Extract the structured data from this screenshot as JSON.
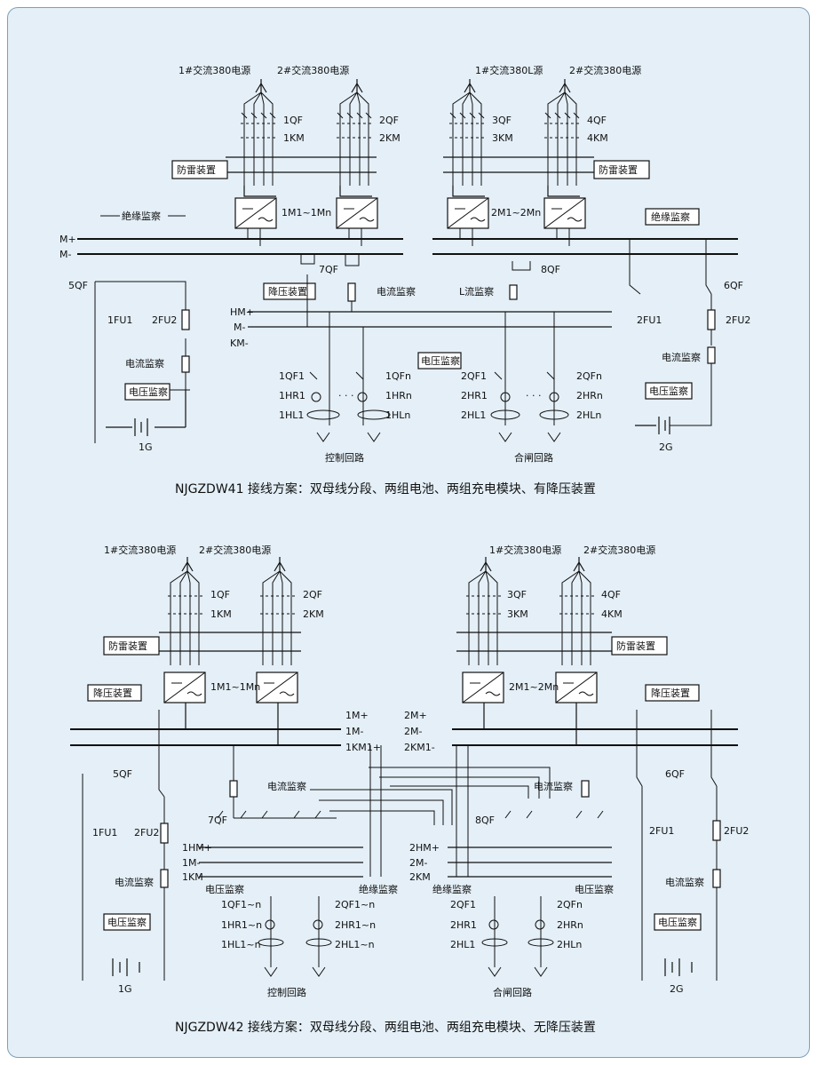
{
  "top_scheme": {
    "caption": "NJGZDW41 接线方案：双母线分段、两组电池、两组充电模块、有降压装置",
    "ac_sources": [
      "1#交流380电源",
      "2#交流380电源",
      "1#交流380L源",
      "2#交流380电源"
    ],
    "breakers": [
      "1QF",
      "2QF",
      "3QF",
      "4QF",
      "7QF",
      "8QF",
      "5QF",
      "6QF"
    ],
    "contactors": [
      "1KM",
      "2KM",
      "3KM",
      "4KM"
    ],
    "surge_devices": [
      "防雷装置",
      "防雷装置"
    ],
    "module_labels": [
      "1M1~1Mn",
      "2M1~2Mn"
    ],
    "insulation_monitors": [
      "絶缘监察",
      "绝缘监察"
    ],
    "bus_labels": [
      "M+",
      "M-",
      "HM+",
      "M-",
      "KM-"
    ],
    "devices": {
      "step_down": "降压装置",
      "current_monitor_mid": "电流监察",
      "current_monitor_right_mid": "L流监察",
      "voltage_monitor_mid": "电压监察",
      "current_monitor_left": "电流监察",
      "voltage_monitor_left": "电压监察",
      "current_monitor_right": "电流监察",
      "voltage_monitor_right": "电压监察"
    },
    "fuses": [
      "1FU1",
      "2FU2",
      "2FU1",
      "2FU2"
    ],
    "feeders_left": [
      "1QF1",
      "1HR1",
      "1HL1",
      "1QFn",
      "1HRn",
      "1HLn"
    ],
    "feeders_right": [
      "2QF1",
      "2HR1",
      "2HL1",
      "2QFn",
      "2HRn",
      "2HLn"
    ],
    "battery_labels": [
      "1G",
      "2G"
    ],
    "loop_labels": [
      "控制回路",
      "合闸回路"
    ]
  },
  "bottom_scheme": {
    "caption": "NJGZDW42 接线方案：双母线分段、两组电池、两组充电模块、无降压装置",
    "ac_sources": [
      "1#交流380电源",
      "2#交流380电源",
      "1#交流380电源",
      "2#交流380电源"
    ],
    "breakers": [
      "1QF",
      "2QF",
      "3QF",
      "4QF",
      "5QF",
      "6QF",
      "7QF",
      "8QF"
    ],
    "contactors": [
      "1KM",
      "2KM",
      "3KM",
      "4KM"
    ],
    "surge_devices": [
      "防雷装置",
      "防雷装置"
    ],
    "module_labels": [
      "1M1~1Mn",
      "2M1~2Mn"
    ],
    "step_down": [
      "降压装置",
      "降压装置"
    ],
    "bus_labels": [
      "1M+",
      "1M-",
      "1KM1+",
      "2M+",
      "2M-",
      "2KM1-"
    ],
    "sub_bus_labels": [
      "1HM+",
      "1M-",
      "1KM",
      "2HM+",
      "2M-",
      "2KM"
    ],
    "devices": {
      "current_monitor_a": "电流监察",
      "current_monitor_b": "电流监察",
      "voltage_monitor_a": "电压监察",
      "voltage_monitor_b": "电压监察",
      "insulation_a": "绝缘监察",
      "insulation_b": "绝缘监察",
      "current_monitor_left": "电流监察",
      "voltage_monitor_left": "电压监察",
      "current_monitor_right": "电流监察",
      "voltage_monitor_right": "电压监察"
    },
    "fuses": [
      "1FU1",
      "2FU2",
      "2FU1",
      "2FU2"
    ],
    "feeders_left": [
      "1QF1~n",
      "1HR1~n",
      "1HL1~n",
      "2QF1~n",
      "2HR1~n",
      "2HL1~n"
    ],
    "feeders_right": [
      "2QF1",
      "2HR1",
      "2HL1",
      "2QFn",
      "2HRn",
      "2HLn"
    ],
    "battery_labels": [
      "1G",
      "2G"
    ],
    "loop_labels": [
      "控制回路",
      "合闸回路"
    ]
  }
}
